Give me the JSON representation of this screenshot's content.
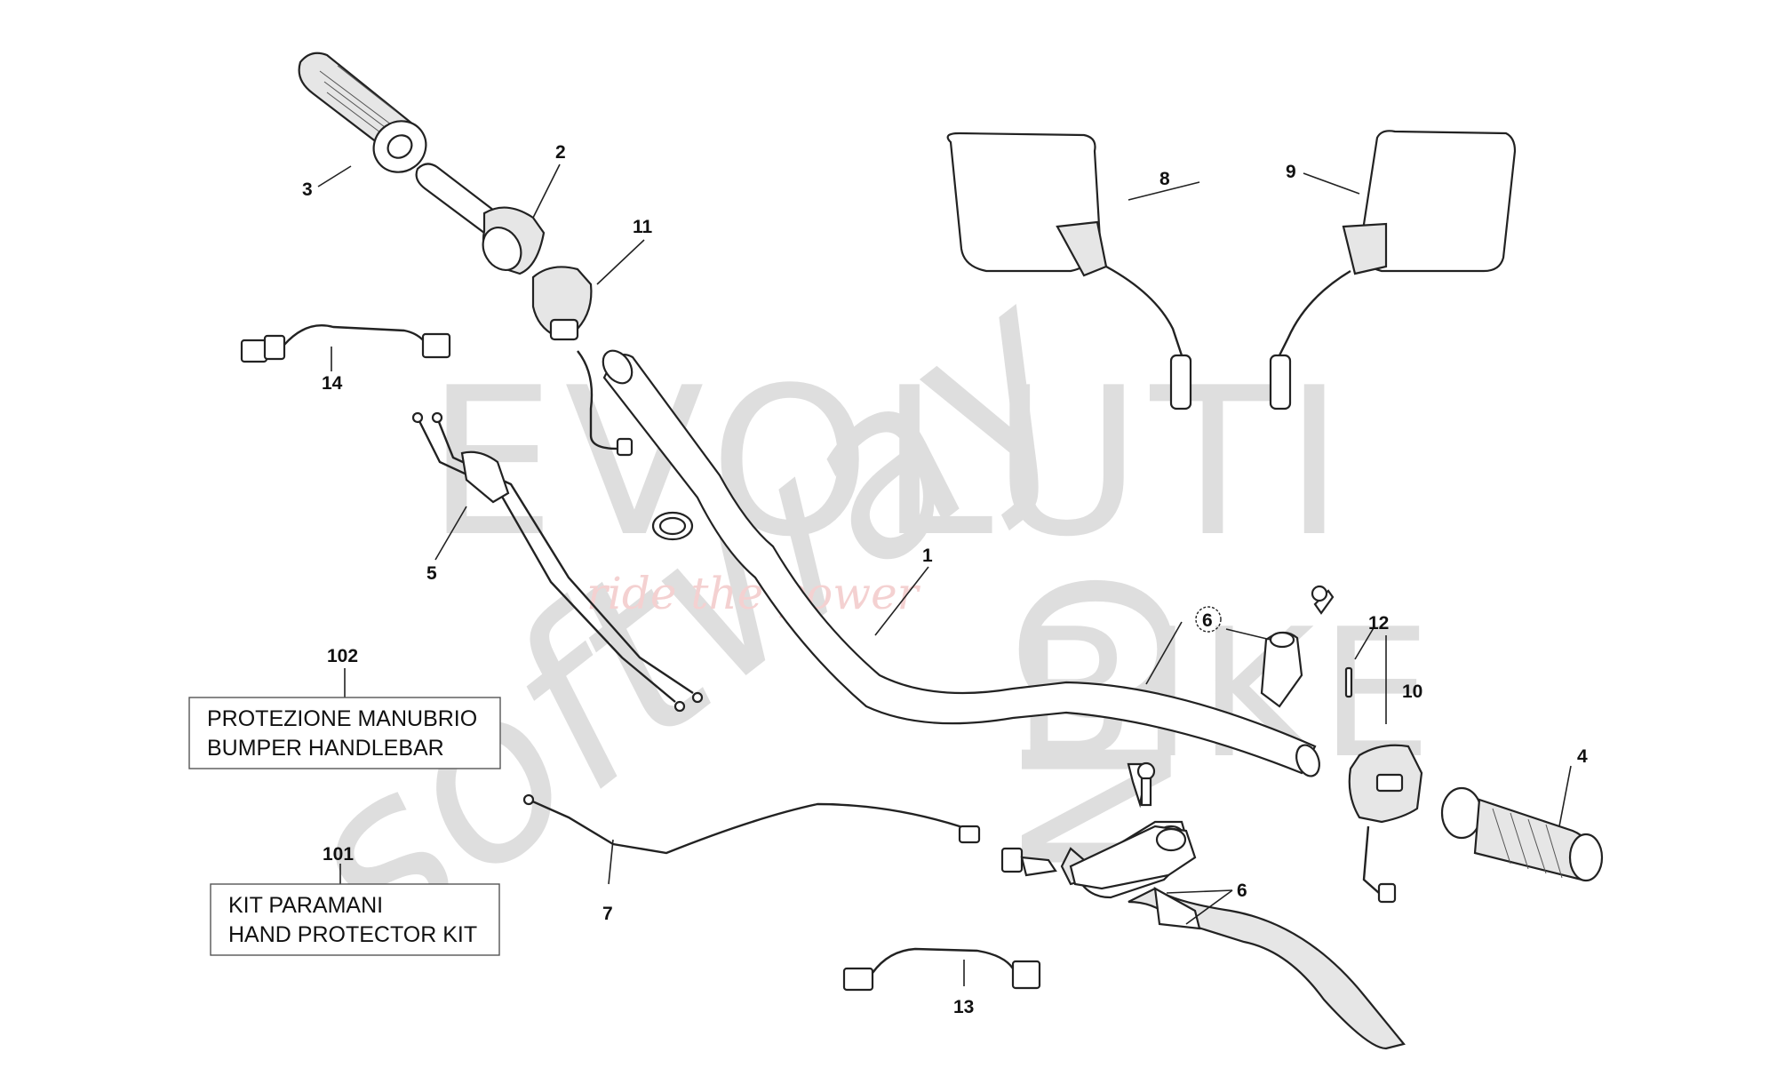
{
  "watermark": {
    "line1": "EVOLUTI",
    "line2": "ON",
    "line3": "BIKE",
    "script": "softway",
    "tagline": "ride the power"
  },
  "callouts": {
    "p1": "1",
    "p2": "2",
    "p3": "3",
    "p4": "4",
    "p5": "5",
    "p6a": "6",
    "p6b": "6",
    "p7": "7",
    "p8": "8",
    "p9": "9",
    "p10": "10",
    "p11": "11",
    "p12": "12",
    "p13": "13",
    "p14": "14",
    "p101": "101",
    "p102": "102"
  },
  "kits": {
    "bumper": {
      "line1": "PROTEZIONE MANUBRIO",
      "line2": "BUMPER HANDLEBAR"
    },
    "hand_protector": {
      "line1": "KIT PARAMANI",
      "line2": "HAND PROTECTOR KIT"
    }
  }
}
